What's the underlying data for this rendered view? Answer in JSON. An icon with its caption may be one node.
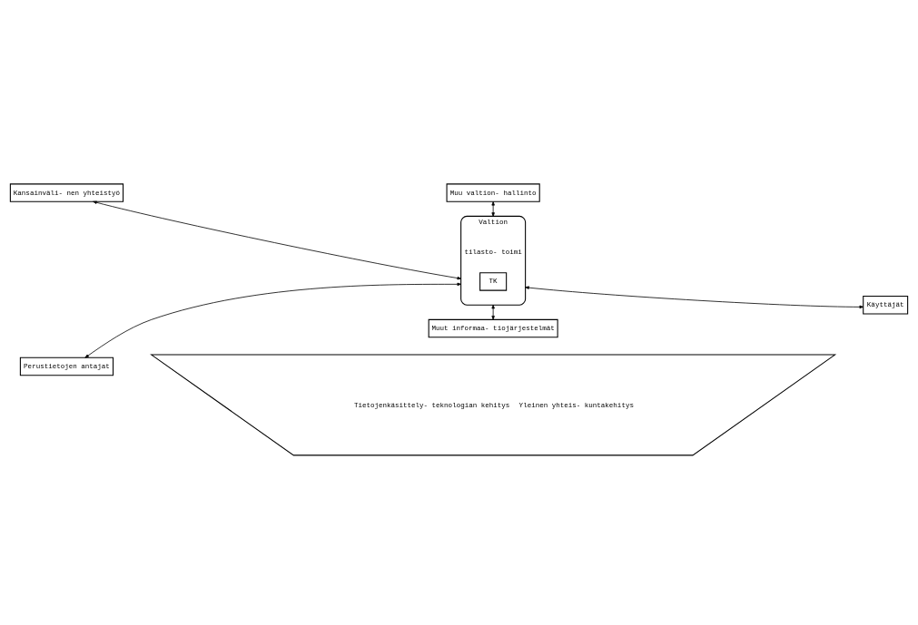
{
  "diagram": {
    "nodes": [
      {
        "text": [
          "Valtion",
          "tilasto- toimi"
        ]
      },
      {
        "text": [
          "TK"
        ],
        "in": 0
      },
      {
        "text": [
          "Muu valtion- hallinto"
        ]
      },
      {
        "text": [
          "Kansainväli- nen yhteistyö"
        ]
      },
      {
        "text": [
          "Perustietojen antajat"
        ]
      },
      {
        "text": [
          "Käyttäjät"
        ]
      },
      {
        "text": [
          "Muut informaa- tiojärjestelmät"
        ]
      },
      {
        "text": [
          "Tietojenkäsittely- teknologian kehitys",
          "Yleinen yhteis- kuntakehitys"
        ]
      }
    ],
    "edges": [
      {
        "from": 0,
        "to": 2,
        "arrow": "both"
      },
      {
        "from": 0,
        "to": 3,
        "arrow": "both"
      },
      {
        "from": 0,
        "to": 4,
        "arrow": "both"
      },
      {
        "from": 0,
        "to": 5,
        "arrow": "both"
      },
      {
        "from": 0,
        "to": 6,
        "arrow": "both"
      }
    ]
  }
}
